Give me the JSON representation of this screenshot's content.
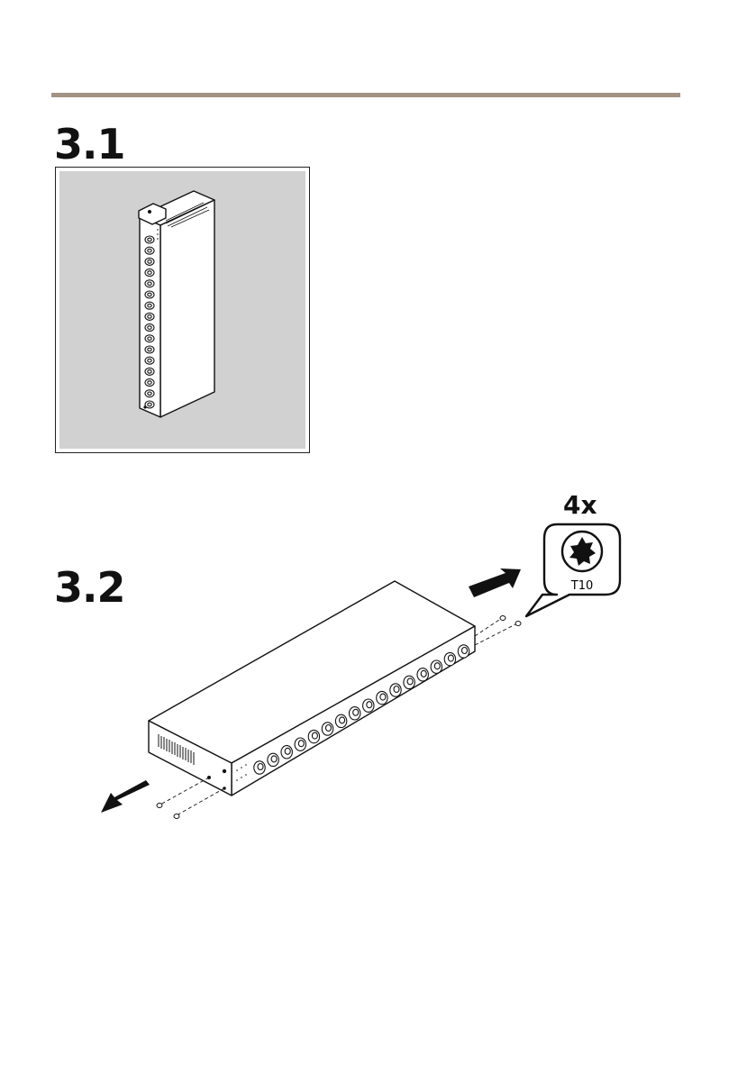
{
  "steps": [
    {
      "number": "3.1"
    },
    {
      "number": "3.2",
      "screw_count": "4x",
      "tool_bit": "T10",
      "tool_icon": "torx-bit-icon"
    }
  ],
  "colors": {
    "rule": "#a29282",
    "frame_fill": "#d1d1d1"
  }
}
